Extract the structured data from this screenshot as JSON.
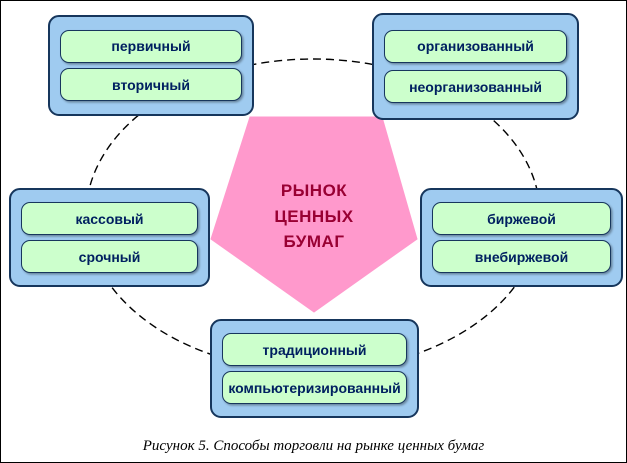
{
  "diagram": {
    "center": {
      "lines": [
        "РЫНОК",
        "ЦЕННЫХ",
        "БУМАГ"
      ]
    },
    "groups": [
      {
        "id": "top-left",
        "items": [
          "первичный",
          "вторичный"
        ]
      },
      {
        "id": "top-right",
        "items": [
          "организованный",
          "неорганизованный"
        ]
      },
      {
        "id": "left",
        "items": [
          "кассовый",
          "срочный"
        ]
      },
      {
        "id": "right",
        "items": [
          "биржевой",
          "внебиржевой"
        ]
      },
      {
        "id": "bottom",
        "items": [
          "традиционный",
          "компьютеризированный"
        ]
      }
    ],
    "caption": "Рисунок 5. Способы торговли на рынке ценных бумаг",
    "colors": {
      "container": "#9FCBF0",
      "item": "#CCFFCC",
      "pentagon": "#FF99CC",
      "center_text": "#990033",
      "item_text": "#002060"
    }
  }
}
